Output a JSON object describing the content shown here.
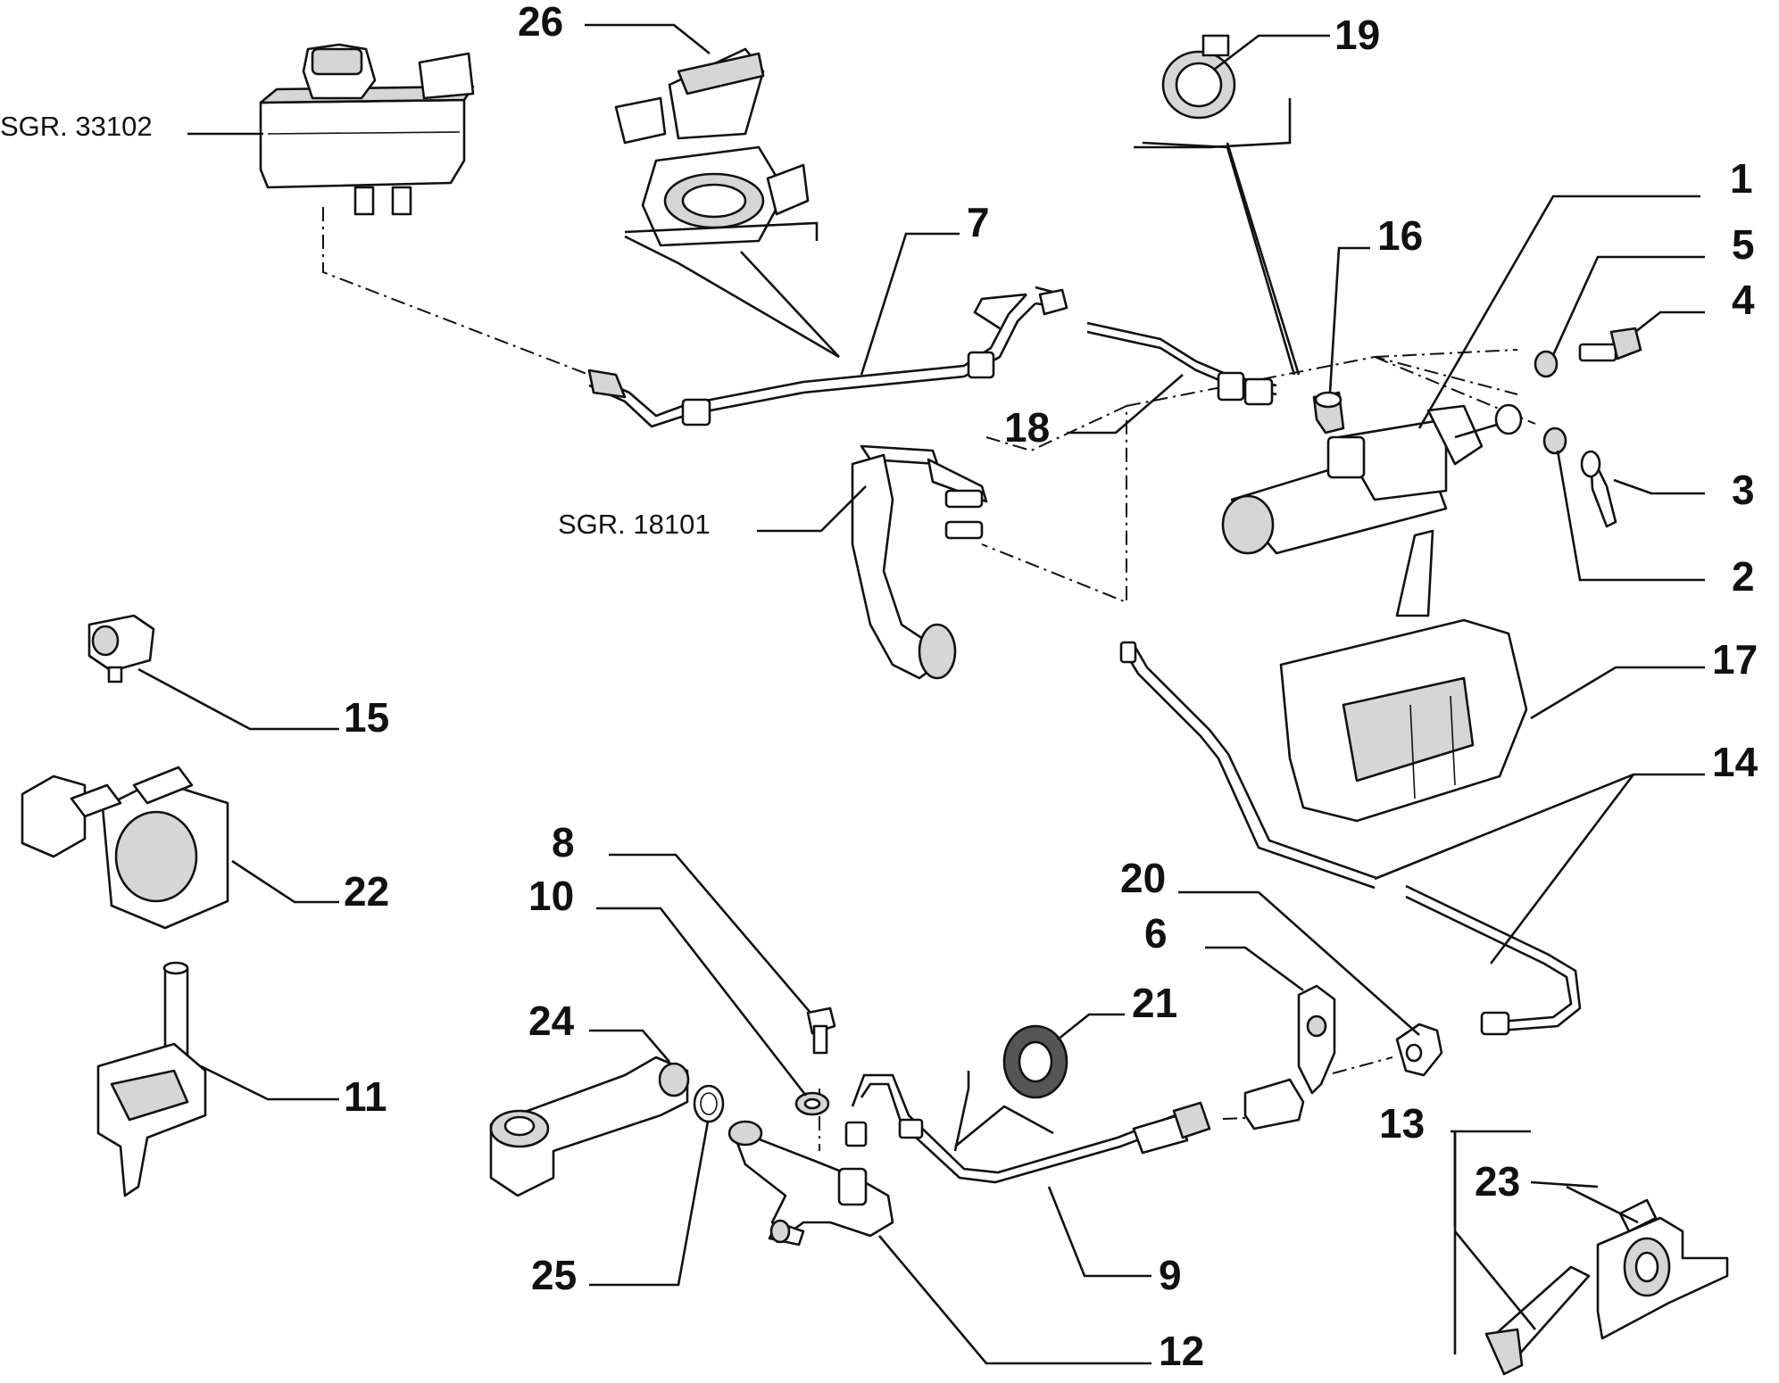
{
  "diagram": {
    "references": {
      "reservoir_ref": "SGR. 33102",
      "pedal_ref": "SGR. 18101"
    },
    "callouts": {
      "n1": "1",
      "n2": "2",
      "n3": "3",
      "n4": "4",
      "n5": "5",
      "n6": "6",
      "n7": "7",
      "n8": "8",
      "n9": "9",
      "n10": "10",
      "n11": "11",
      "n12": "12",
      "n13": "13",
      "n14": "14",
      "n15": "15",
      "n16": "16",
      "n17": "17",
      "n18": "18",
      "n19": "19",
      "n20": "20",
      "n21": "21",
      "n22": "22",
      "n23": "23",
      "n24": "24",
      "n25": "25",
      "n26": "26"
    }
  }
}
